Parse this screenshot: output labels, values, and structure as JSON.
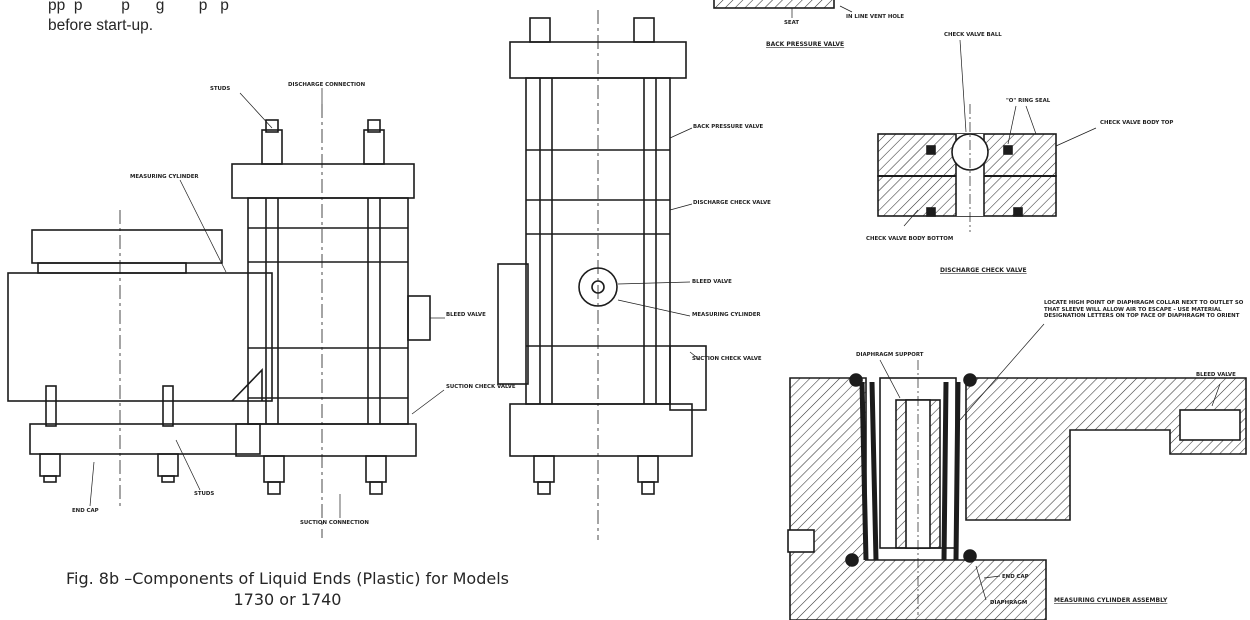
{
  "intro": {
    "tail": "pp  p         p      g        p   p",
    "line2": "before start-up."
  },
  "caption": {
    "line1": "Fig. 8b –Components of Liquid Ends (Plastic) for Models",
    "line2": "1730 or 1740"
  },
  "labels": {
    "stud_top": "STUDS",
    "discharge_connection": "DISCHARGE CONNECTION",
    "measuring_cylinder_left": "MEASURING CYLINDER",
    "bleed_valve_left": "BLEED VALVE",
    "suction_check_valve_left": "SUCTION CHECK VALVE",
    "end_cap_left": "END CAP",
    "stud_bottom": "STUDS",
    "suction_connection": "SUCTION CONNECTION",
    "back_pressure_valve": "BACK PRESSURE VALVE",
    "discharge_check_valve_mid": "DISCHARGE CHECK VALVE",
    "bleed_valve_mid": "BLEED VALVE",
    "measuring_cylinder_mid": "MEASURING CYLINDER",
    "suction_check_valve_mid": "SUCTION CHECK VALVE",
    "seat": "SEAT",
    "vent_hole": "IN LINE VENT HOLE",
    "back_pressure_valve_title": "BACK PRESSURE VALVE",
    "check_valve_ball": "CHECK VALVE BALL",
    "o_ring_seal": "\"O\" RING SEAL",
    "check_valve_body_top": "CHECK VALVE BODY TOP",
    "check_valve_body_bottom": "CHECK VALVE BODY BOTTOM",
    "discharge_check_valve_title": "DISCHARGE CHECK VALVE",
    "locate_note": "LOCATE HIGH POINT OF DIAPHRAGM COLLAR NEXT TO OUTLET SO THAT SLEEVE WILL ALLOW AIR TO ESCAPE - USE MATERIAL DESIGNATION LETTERS ON TOP FACE OF DIAPHRAGM TO ORIENT",
    "diaphragm_support": "DIAPHRAGM SUPPORT",
    "bleed_valve_right": "BLEED VALVE",
    "end_cap_right": "END CAP",
    "diaphragm": "DIAPHRAGM",
    "measuring_cylinder_assembly": "MEASURING CYLINDER ASSEMBLY"
  }
}
